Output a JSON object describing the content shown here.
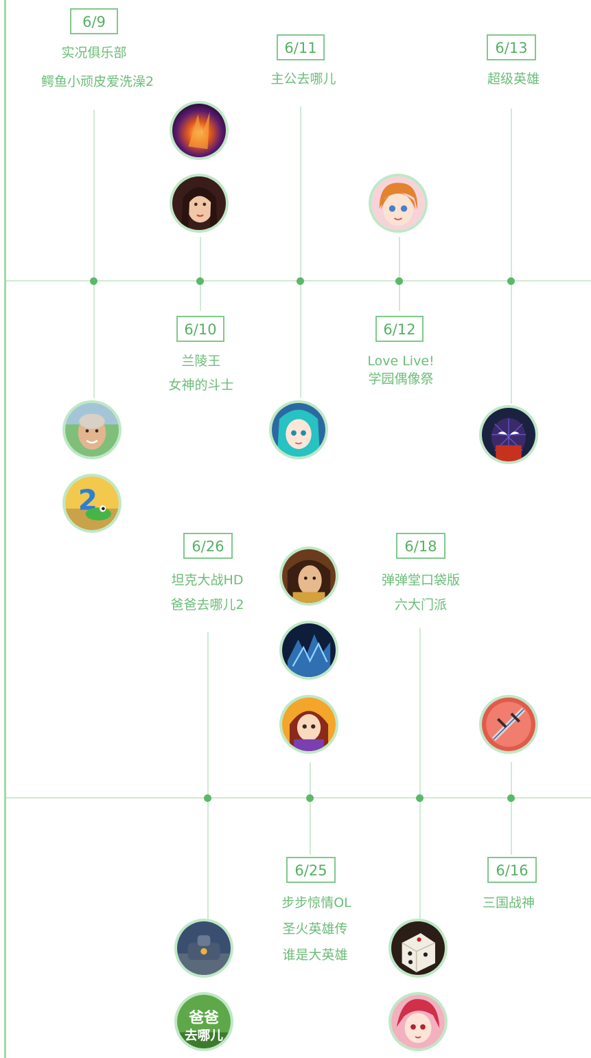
{
  "timeline": {
    "entries": [
      {
        "date": "6/9",
        "games": [
          "实况俱乐部",
          "鳄鱼小顽皮爱洗澡2"
        ]
      },
      {
        "date": "6/10",
        "games": [
          "兰陵王",
          "女神的斗士"
        ]
      },
      {
        "date": "6/11",
        "games": [
          "主公去哪儿"
        ]
      },
      {
        "date": "6/12",
        "games": [
          "Love Live!",
          "学园偶像祭"
        ]
      },
      {
        "date": "6/13",
        "games": [
          "超级英雄"
        ]
      },
      {
        "date": "6/26",
        "games": [
          "坦克大战HD",
          "爸爸去哪儿2"
        ]
      },
      {
        "date": "6/18",
        "games": [
          "弹弹堂口袋版",
          "六大门派"
        ]
      },
      {
        "date": "6/25",
        "games": [
          "步步惊情OL",
          "圣火英雄传",
          "谁是大英雄"
        ]
      },
      {
        "date": "6/16",
        "games": [
          "三国战神"
        ]
      }
    ]
  },
  "colors": {
    "accent": "#5bb86a",
    "line": "#cfead3",
    "text": "#6bbd78",
    "ring": "#bfe8c6"
  }
}
